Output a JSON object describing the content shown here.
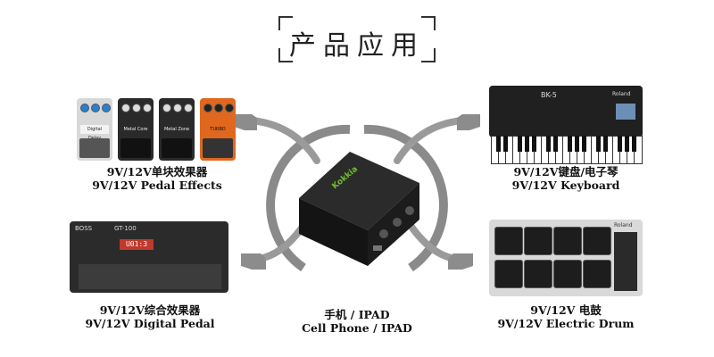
{
  "title": "产品应用",
  "center_label": {
    "line1": "手机 / IPAD",
    "line2": "Cell Phone / IPAD"
  },
  "products": {
    "pedal_effects": {
      "line1": "9V/12V单块效果器",
      "line2": "9V/12V Pedal Effects",
      "pedals": [
        {
          "name": "Digital Delay",
          "color": "#d8d8d8"
        },
        {
          "name": "Metal Core",
          "color": "#2a2a2a"
        },
        {
          "name": "Metal Zone",
          "color": "#2a2a2a"
        },
        {
          "name": "TURBO",
          "color": "#e0671e"
        }
      ]
    },
    "keyboard": {
      "line1": "9V/12V键盘/电子琴",
      "line2": "9V/12V Keyboard",
      "model": "BK-5",
      "brand": "Roland"
    },
    "digital_pedal": {
      "line1": "9V/12V综合效果器",
      "line2": "9V/12V Digital Pedal",
      "model": "GT-100",
      "brand": "BOSS",
      "display": "U01:3"
    },
    "electric_drum": {
      "line1": "9V/12V 电鼓",
      "line2": "9V/12V Electric Drum",
      "brand": "Roland"
    }
  },
  "device": {
    "brand": "Kokkia"
  },
  "colors": {
    "ring": "#8a8a8a",
    "hand": "#8c8c8c",
    "device": "#1a1a1a",
    "brand_green": "#6fbf2a"
  }
}
